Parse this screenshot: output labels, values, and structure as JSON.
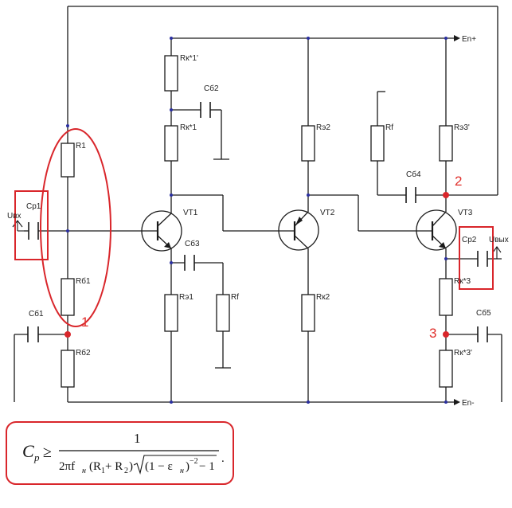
{
  "supply": {
    "plus": "En+",
    "minus": "En-"
  },
  "io": {
    "input": "Uвх",
    "output": "Uвых"
  },
  "labels": {
    "rk1p": "Rк*1'",
    "rk1": "Rк*1",
    "cb2": "Cб2",
    "r1": "R1",
    "rb1": "Rб1",
    "cb1": "Cб1",
    "rb2": "Rб2",
    "cp1": "Cp1",
    "vt1": "VT1",
    "cb3": "Cб3",
    "re1": "Rэ1",
    "rf1": "Rf",
    "re2": "Rэ2",
    "vt2": "VT2",
    "rk2": "Rк2",
    "rf2": "Rf",
    "cb4": "Cб4",
    "re3p": "Rэ3'",
    "vt3": "VT3",
    "cp2": "Cp2",
    "rk3": "Rк*3",
    "cb5": "Cб5",
    "rk3p": "Rк*3'"
  },
  "markers": {
    "m1": "1",
    "m2": "2",
    "m3": "3"
  },
  "formula": {
    "lhs": "C",
    "lhs_sub": "p",
    "rel": "≥",
    "numerator": "1",
    "den_a": "2πf",
    "den_a_sub": "н",
    "den_b": "(R",
    "den_b_sub": "1",
    "den_c": " + R",
    "den_c_sub": "2",
    "den_d": ")",
    "root_a": "(1 − ε",
    "root_a_sub": "н",
    "root_b": ")",
    "root_exp": "−2",
    "root_c": " − 1",
    "end": "."
  },
  "colors": {
    "highlight": "#d9262b",
    "wire": "#1a1a1a",
    "junction": "#2a2fa0"
  }
}
